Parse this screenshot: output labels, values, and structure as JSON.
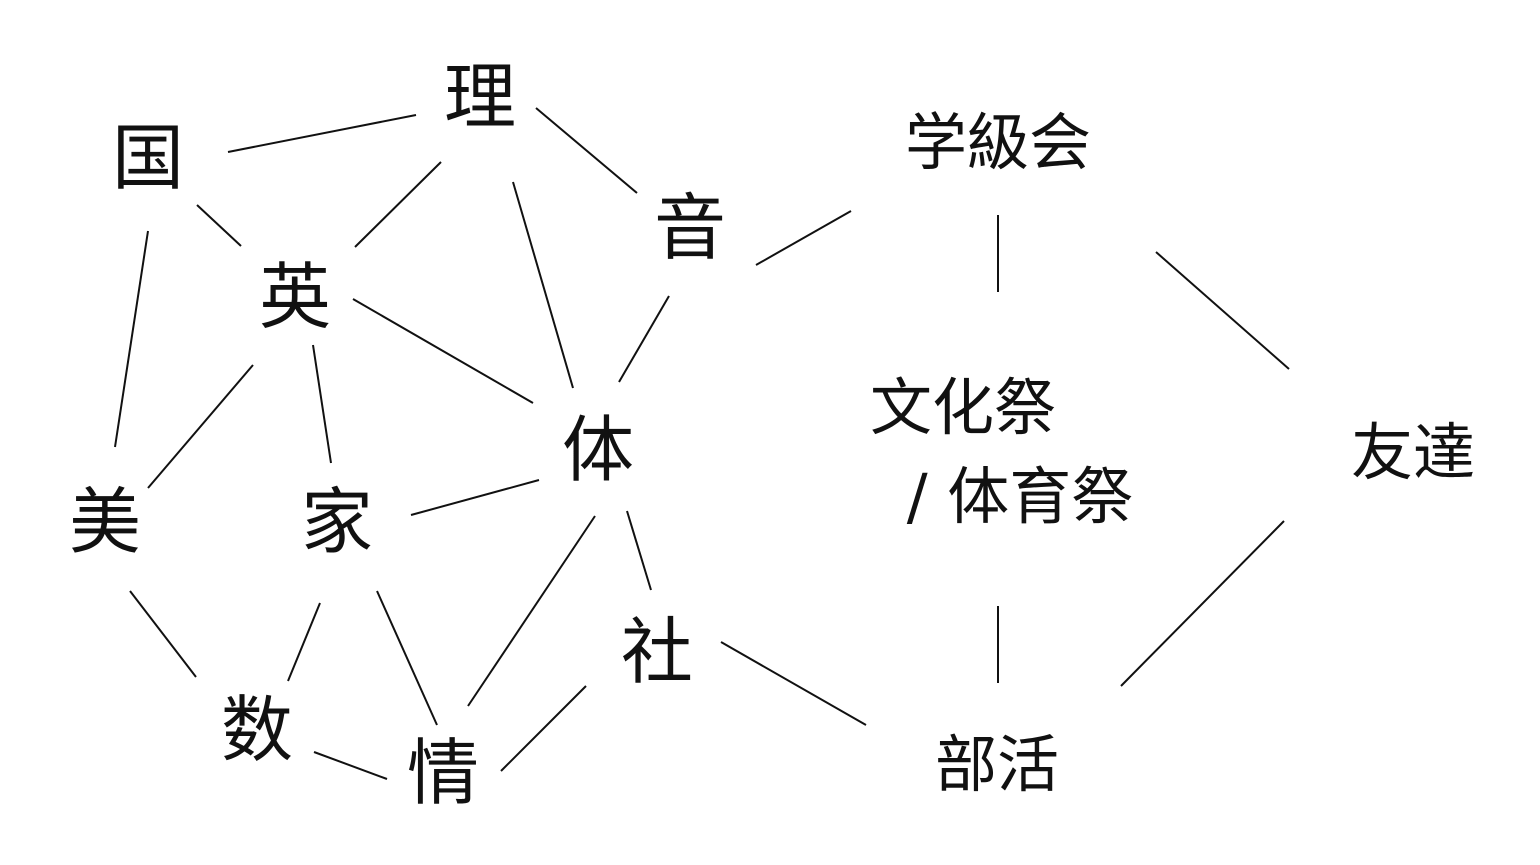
{
  "nodes": {
    "ri": "理",
    "koku": "国",
    "gakkyukai": "学級会",
    "on": "音",
    "ei": "英",
    "tai": "体",
    "bunkasai_line1": "文化祭",
    "bunkasai_line2": "/ 体育祭",
    "tomodachi": "友達",
    "bi": "美",
    "ka": "家",
    "sha": "社",
    "su": "数",
    "jo": "情",
    "bukatsu": "部活"
  },
  "edges": [
    [
      "koku",
      "ri"
    ],
    [
      "ri",
      "on"
    ],
    [
      "ri",
      "ei"
    ],
    [
      "ri",
      "tai"
    ],
    [
      "koku",
      "ei"
    ],
    [
      "koku",
      "bi"
    ],
    [
      "on",
      "gakkyukai"
    ],
    [
      "on",
      "tai"
    ],
    [
      "gakkyukai",
      "bunkasai"
    ],
    [
      "gakkyukai",
      "tomodachi"
    ],
    [
      "ei",
      "tai"
    ],
    [
      "ei",
      "bi"
    ],
    [
      "ei",
      "ka"
    ],
    [
      "tai",
      "ka"
    ],
    [
      "tai",
      "jo"
    ],
    [
      "tai",
      "sha"
    ],
    [
      "tomodachi",
      "bukatsu"
    ],
    [
      "bunkasai",
      "bukatsu"
    ],
    [
      "bi",
      "su"
    ],
    [
      "ka",
      "su"
    ],
    [
      "ka",
      "jo"
    ],
    [
      "sha",
      "bukatsu"
    ],
    [
      "sha",
      "jo"
    ],
    [
      "su",
      "jo"
    ]
  ]
}
